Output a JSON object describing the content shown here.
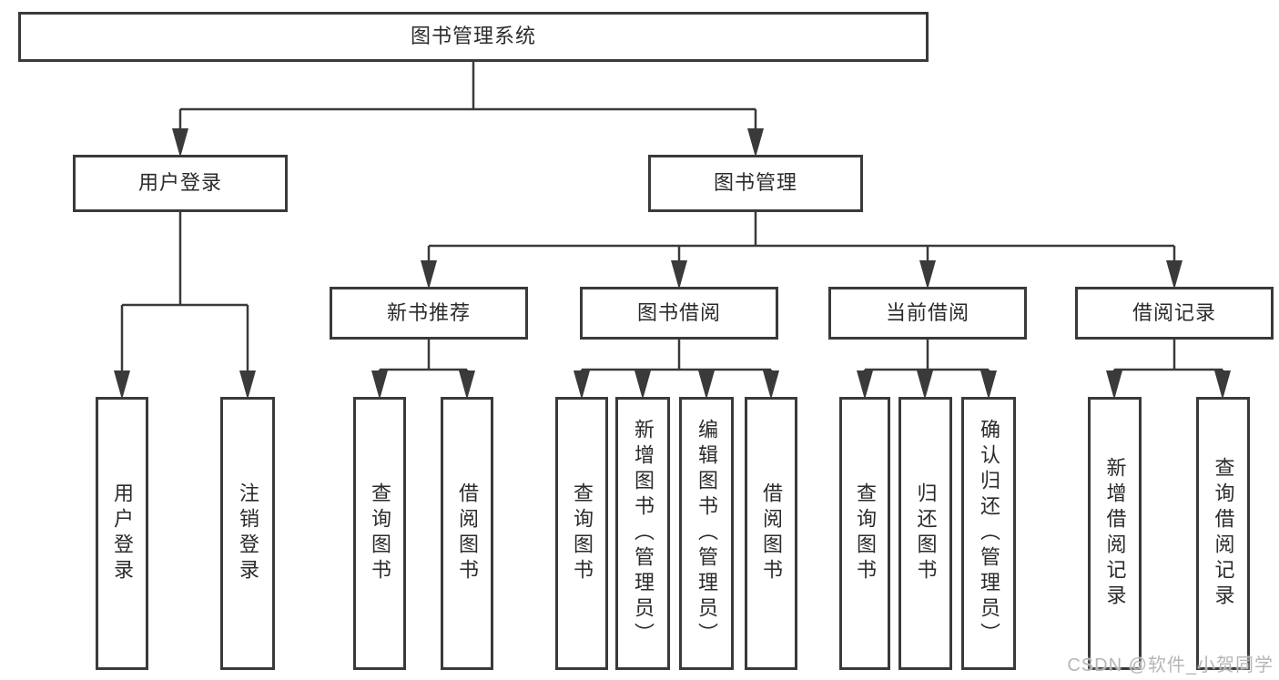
{
  "diagram": {
    "root": {
      "label": "图书管理系统"
    },
    "branches": [
      {
        "label": "用户登录",
        "children": [
          {
            "label": "用户登录"
          },
          {
            "label": "注销登录"
          }
        ]
      },
      {
        "label": "图书管理",
        "children": [
          {
            "label": "新书推荐",
            "children": [
              {
                "label": "查询图书"
              },
              {
                "label": "借阅图书"
              }
            ]
          },
          {
            "label": "图书借阅",
            "children": [
              {
                "label": "查询图书"
              },
              {
                "label": "新增图书（管理员）"
              },
              {
                "label": "编辑图书（管理员）"
              },
              {
                "label": "借阅图书"
              }
            ]
          },
          {
            "label": "当前借阅",
            "children": [
              {
                "label": "查询图书"
              },
              {
                "label": "归还图书"
              },
              {
                "label": "确认归还（管理员）"
              }
            ]
          },
          {
            "label": "借阅记录",
            "children": [
              {
                "label": "新增借阅记录"
              },
              {
                "label": "查询借阅记录"
              }
            ]
          }
        ]
      }
    ]
  },
  "watermark": {
    "text": "CSDN @软件_小贺同学"
  },
  "colors": {
    "line": "#3a3a3a",
    "box_border": "#3a3a3a",
    "text": "#2b2b2b",
    "watermark": "#b6b6b6",
    "background": "#ffffff"
  }
}
